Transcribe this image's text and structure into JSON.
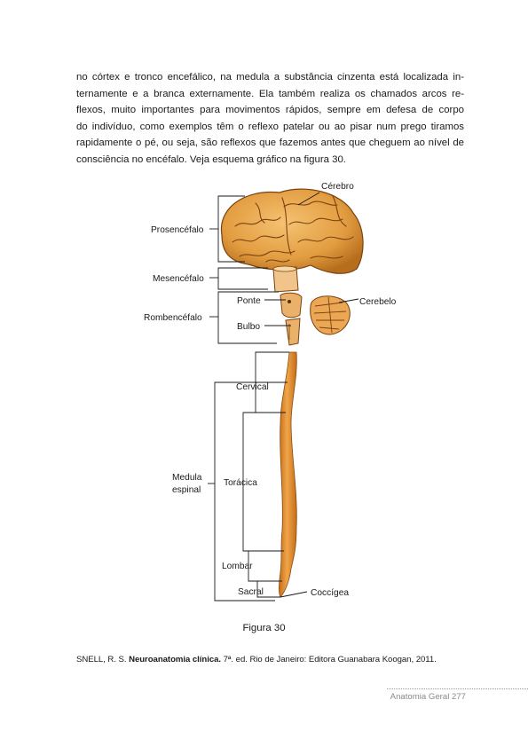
{
  "body_lines": [
    "no córtex e tronco encefálico, na medula a substância cinzenta está localizada in-",
    "ternamente e a branca externamente. Ela também realiza os chamados arcos re-",
    "flexos, muito importantes para movimentos rápidos, sempre em defesa de corpo",
    "do indivíduo, como exemplos têm o reflexo patelar ou ao pisar num prego tiramos",
    "rapidamente o pé, ou seja, são reflexos que fazemos antes que cheguem ao nível de",
    "consciência no encéfalo. Veja esquema gráfico na figura 30."
  ],
  "figure": {
    "labels": {
      "cerebro": "Cérebro",
      "prosencefalo": "Prosencéfalo",
      "mesencefalo": "Mesencéfalo",
      "ponte": "Ponte",
      "cerebelo": "Cerebelo",
      "rombencefalo": "Rombencéfalo",
      "bulbo": "Bulbo",
      "cervical": "Cervical",
      "medula_1": "Medula",
      "medula_2": "espinal",
      "toracica": "Torácica",
      "lombar": "Lombar",
      "sacral": "Sacral",
      "coccigea": "Coccígea"
    },
    "colors": {
      "tissue": "#e8a24a",
      "tissue_dark": "#b8721f",
      "spinal_cord": "#e08a2c"
    }
  },
  "caption": "Figura 30",
  "reference": {
    "author": "SNELL, R. S.",
    "title": "Neuroanatomia clínica.",
    "rest": "7ª. ed. Rio de Janeiro: Editora Guanabara Koogan, 2011."
  },
  "footer": "Anatomia Geral 277"
}
